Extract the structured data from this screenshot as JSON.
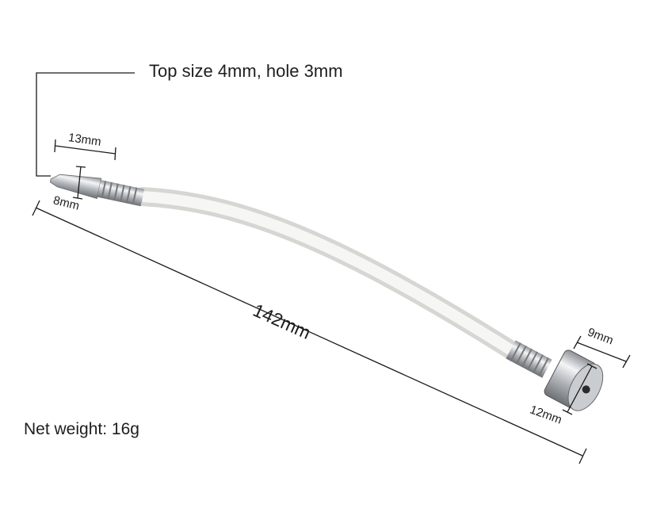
{
  "labels": {
    "top_size": "Top size 4mm, hole 3mm",
    "tip_length": "13mm",
    "tip_diameter": "8mm",
    "total_length": "142mm",
    "cap_length": "9mm",
    "cap_diameter": "12mm",
    "net_weight": "Net weight: 16g"
  },
  "colors": {
    "line": "#1a1a1a",
    "metal": "#b8bcc2",
    "tube": "#ecece8"
  }
}
